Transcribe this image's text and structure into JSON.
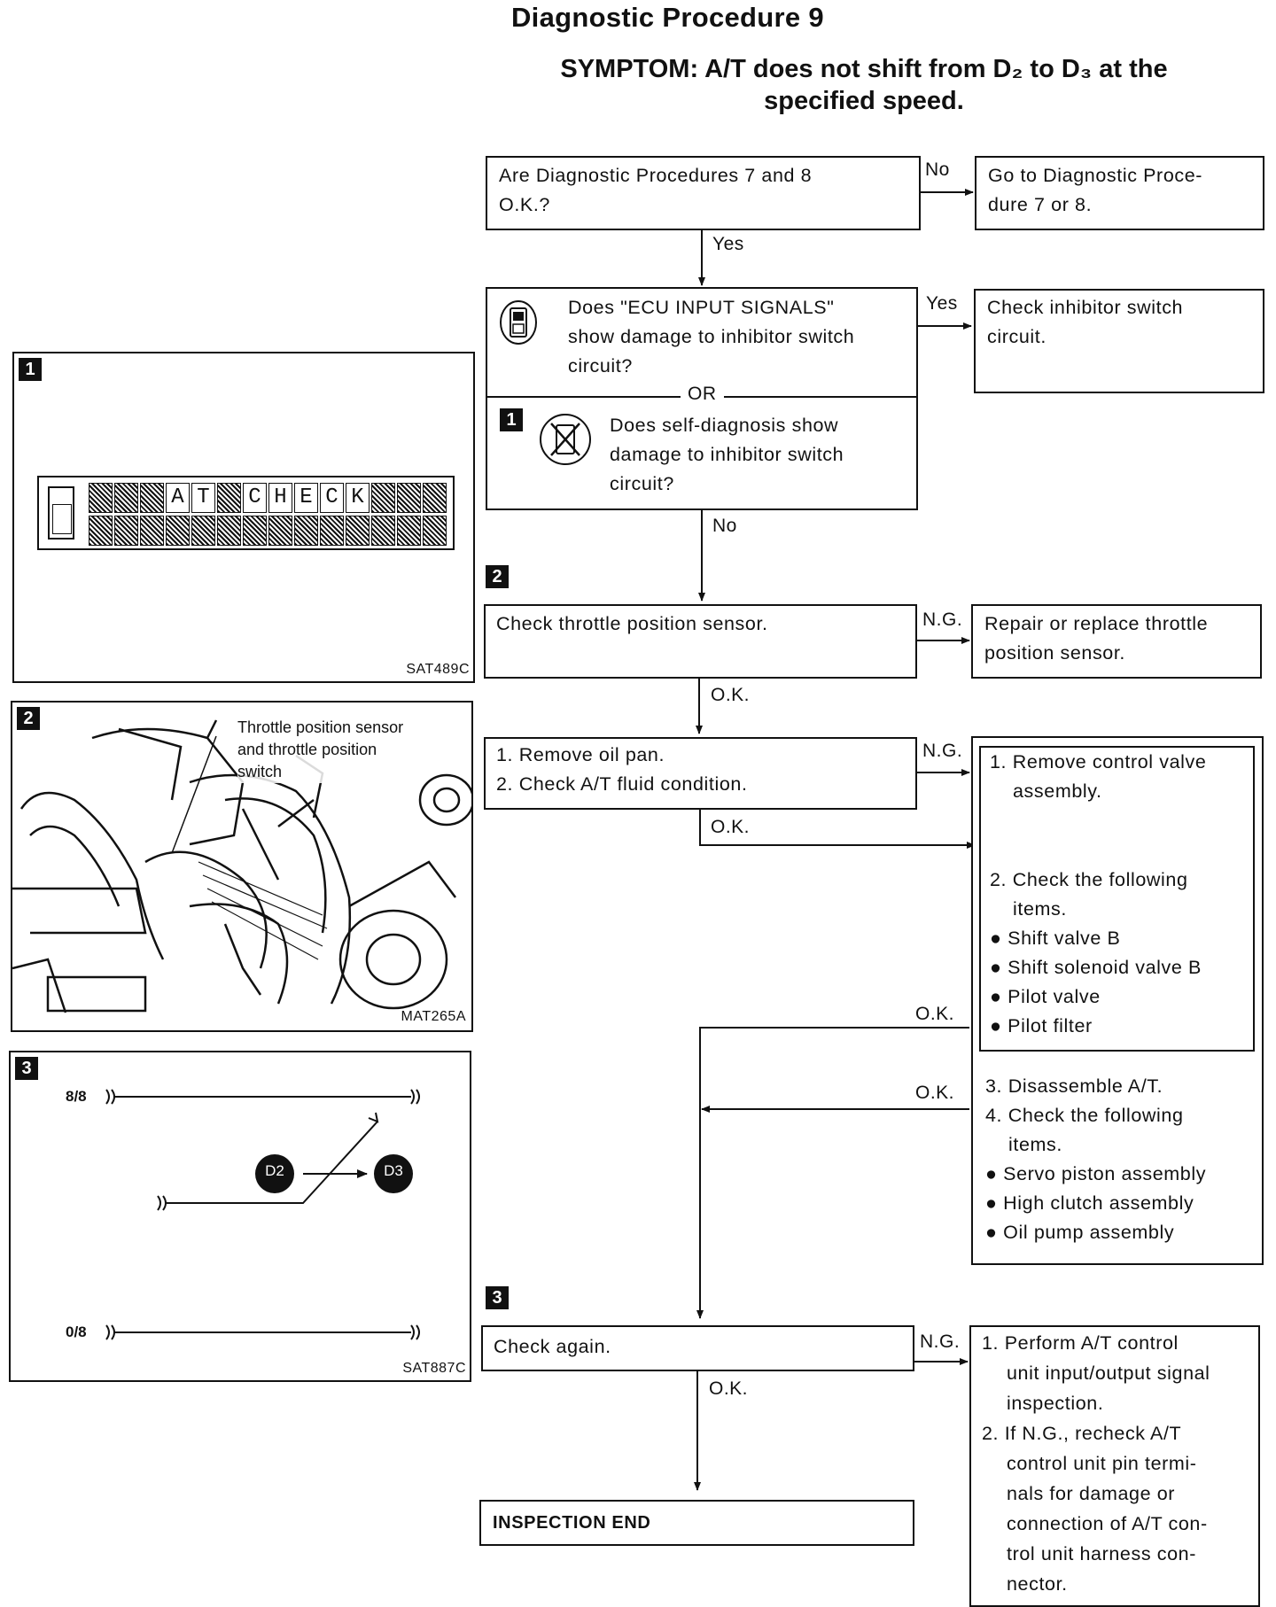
{
  "title": "Diagnostic Procedure 9",
  "symptom_line1": "SYMPTOM: A/T does not shift from D₂ to D₃ at the",
  "symptom_line2": "specified speed.",
  "flow": {
    "q1": {
      "text_l1": "Are Diagnostic Procedures 7 and 8",
      "text_l2": "O.K.?"
    },
    "q1_no": "No",
    "q1_no_action": {
      "l1": "Go to Diagnostic Proce-",
      "l2": "dure 7 or 8."
    },
    "q1_yes": "Yes",
    "q2": {
      "l1": "Does \"ECU INPUT SIGNALS\"",
      "l2": "show damage to inhibitor switch",
      "l3": "circuit?"
    },
    "q2_or": "OR",
    "q2b": {
      "l1": "Does self-diagnosis show",
      "l2": "damage to inhibitor switch",
      "l3": "circuit?"
    },
    "q2_yes": "Yes",
    "q2_yes_action": {
      "l1": "Check inhibitor switch",
      "l2": "circuit."
    },
    "q2_no": "No",
    "s3": {
      "text": "Check throttle position sensor."
    },
    "s3_ng": "N.G.",
    "s3_ng_action": {
      "l1": "Repair or replace throttle",
      "l2": "position sensor."
    },
    "s3_ok": "O.K.",
    "s4": {
      "l1": "1. Remove oil pan.",
      "l2": "2. Check A/T fluid condition."
    },
    "s4_ng": "N.G.",
    "s4_ok": "O.K.",
    "cv": {
      "i1a": "1. Remove control valve",
      "i1b": "assembly.",
      "i2a": "2. Check the following",
      "i2b": "items.",
      "b1": "Shift valve B",
      "b2": "Shift solenoid valve B",
      "b3": "Pilot valve",
      "b4": "Pilot filter"
    },
    "cv_ok": "O.K.",
    "at": {
      "i3": "3. Disassemble A/T.",
      "i4a": "4. Check the following",
      "i4b": "items.",
      "b1": "Servo piston assembly",
      "b2": "High clutch assembly",
      "b3": "Oil pump assembly"
    },
    "at_ok": "O.K.",
    "s5": {
      "text": "Check again."
    },
    "s5_ng": "N.G.",
    "s5_ng_action": {
      "l1": "1. Perform A/T control",
      "l2": "unit input/output signal",
      "l3": "inspection.",
      "l4": "2. If N.G., recheck A/T",
      "l5": "control unit pin termi-",
      "l6": "nals for damage or",
      "l7": "connection of A/T con-",
      "l8": "trol unit harness con-",
      "l9": "nector."
    },
    "s5_ok": "O.K.",
    "end": "INSPECTION END",
    "step_marks": [
      "1",
      "2",
      "3"
    ]
  },
  "panels": {
    "p1": {
      "mark": "1",
      "lcd_row1": [
        "",
        "",
        "",
        "A",
        "T",
        "",
        "C",
        "H",
        "E",
        "C",
        "K",
        "",
        "",
        ""
      ],
      "code": "SAT489C"
    },
    "p2": {
      "mark": "2",
      "callout_l1": "Throttle position sensor",
      "callout_l2": "and throttle position",
      "callout_l3": "switch",
      "code": "MAT265A"
    },
    "p3": {
      "mark": "3",
      "y_top": "8/8",
      "y_bottom": "0/8",
      "from_gear": "D2",
      "to_gear": "D3",
      "code": "SAT887C"
    }
  },
  "colors": {
    "ink": "#111111",
    "paper": "#ffffff"
  }
}
